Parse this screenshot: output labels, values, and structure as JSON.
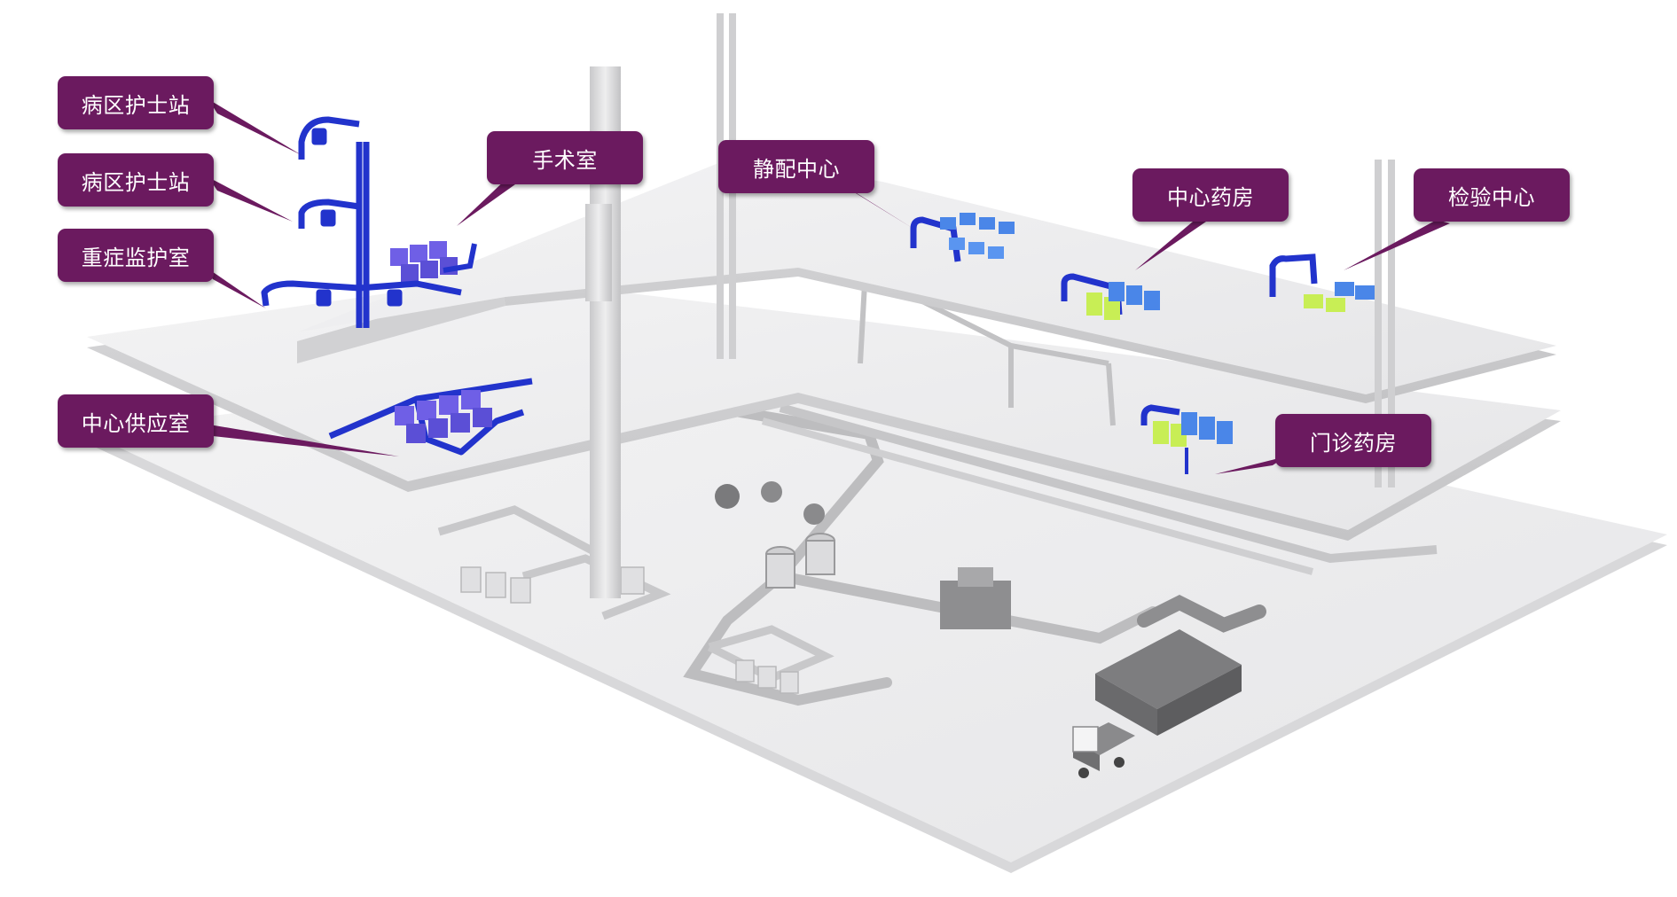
{
  "theme": {
    "callout_color": "#6b1a5f",
    "track_blue": "#2233cc",
    "box_blue": "#4a86e8",
    "box_violet": "#6f5fe6",
    "box_lime": "#c8ee55",
    "floor_color": "#eeeeef",
    "machinery_gray": "#9a9a9c"
  },
  "callouts": [
    {
      "id": "ward-nurse-station-1",
      "label": "病区护士站"
    },
    {
      "id": "ward-nurse-station-2",
      "label": "病区护士站"
    },
    {
      "id": "icu",
      "label": "重症监护室"
    },
    {
      "id": "central-supply-room",
      "label": "中心供应室"
    },
    {
      "id": "operating-room",
      "label": "手术室"
    },
    {
      "id": "iv-admixture-center",
      "label": "静配中心"
    },
    {
      "id": "central-pharmacy",
      "label": "中心药房"
    },
    {
      "id": "laboratory-center",
      "label": "检验中心"
    },
    {
      "id": "outpatient-pharmacy",
      "label": "门诊药房"
    }
  ]
}
